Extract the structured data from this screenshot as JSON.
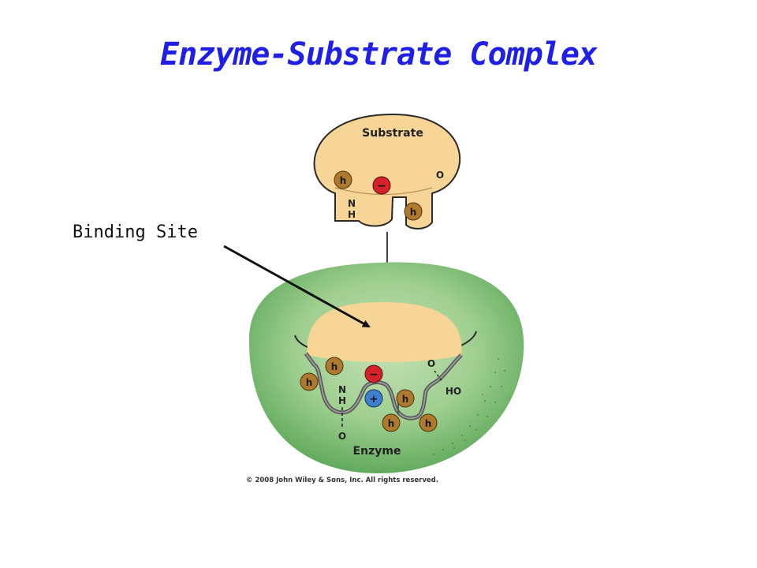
{
  "slide": {
    "title": "Enzyme-Substrate Complex",
    "callout_label": "Binding Site"
  },
  "diagram": {
    "substrate_label": "Substrate",
    "enzyme_label": "Enzyme",
    "copyright": "© 2008 John Wiley & Sons, Inc. All rights reserved.",
    "hydrophobic": "h",
    "negative": "−",
    "positive": "+",
    "nh_n": "N",
    "nh_h": "H",
    "oxygen": "O",
    "hydroxyl": "HO",
    "colors": {
      "title": "#1f1fe6",
      "substrate_fill": "#f7d596",
      "enzyme_outer": "#5da85a",
      "enzyme_inner": "#c3e0b3",
      "hydrophobic": "#b07a2e",
      "negative": "#d4222a",
      "positive": "#3f7fd1"
    }
  }
}
